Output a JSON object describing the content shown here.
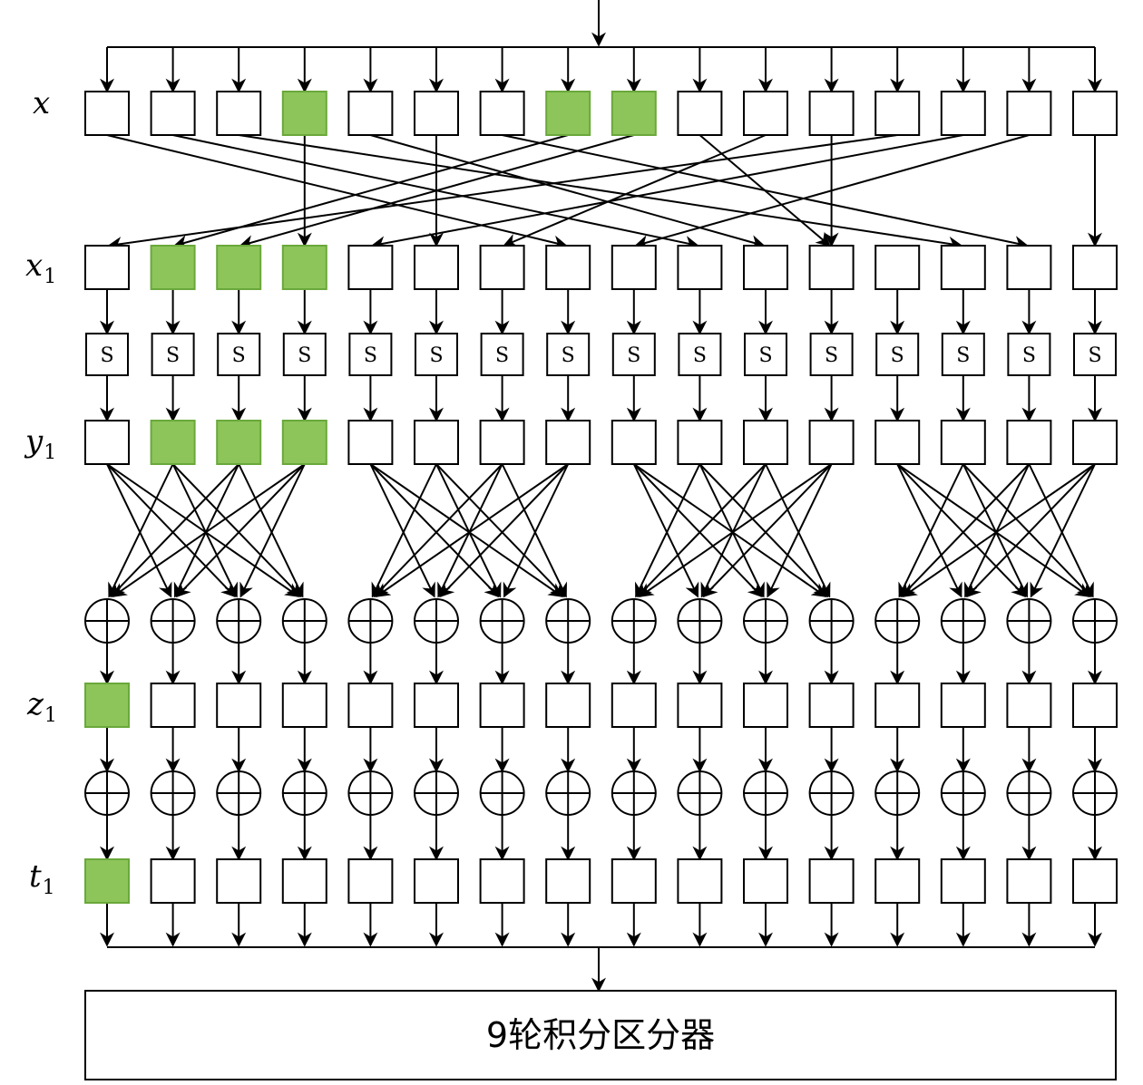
{
  "rows": {
    "x": {
      "base": "x",
      "sub": ""
    },
    "x1": {
      "base": "x",
      "sub": "1"
    },
    "y1": {
      "base": "y",
      "sub": "1"
    },
    "z1": {
      "base": "z",
      "sub": "1"
    },
    "t1": {
      "base": "t",
      "sub": "1"
    }
  },
  "sbox_label": "S",
  "distinguisher_label": "9轮积分区分器",
  "cell_count": 16,
  "highlight": {
    "x": [
      3,
      7,
      8
    ],
    "x1": [
      1,
      2,
      3
    ],
    "y1": [
      1,
      2,
      3
    ],
    "z1": [
      0
    ],
    "t1": [
      0
    ]
  },
  "permutation": [
    [
      0,
      7
    ],
    [
      1,
      9
    ],
    [
      2,
      13
    ],
    [
      3,
      3
    ],
    [
      4,
      10
    ],
    [
      5,
      5
    ],
    [
      6,
      14
    ],
    [
      7,
      1
    ],
    [
      8,
      2
    ],
    [
      9,
      11
    ],
    [
      10,
      6
    ],
    [
      11,
      11
    ],
    [
      12,
      0
    ],
    [
      13,
      4
    ],
    [
      14,
      8
    ],
    [
      15,
      15
    ]
  ],
  "colors": {
    "highlight": "#8dc55a",
    "highlight_border": "#6aa83b",
    "stroke": "#000000",
    "background": "#ffffff"
  }
}
